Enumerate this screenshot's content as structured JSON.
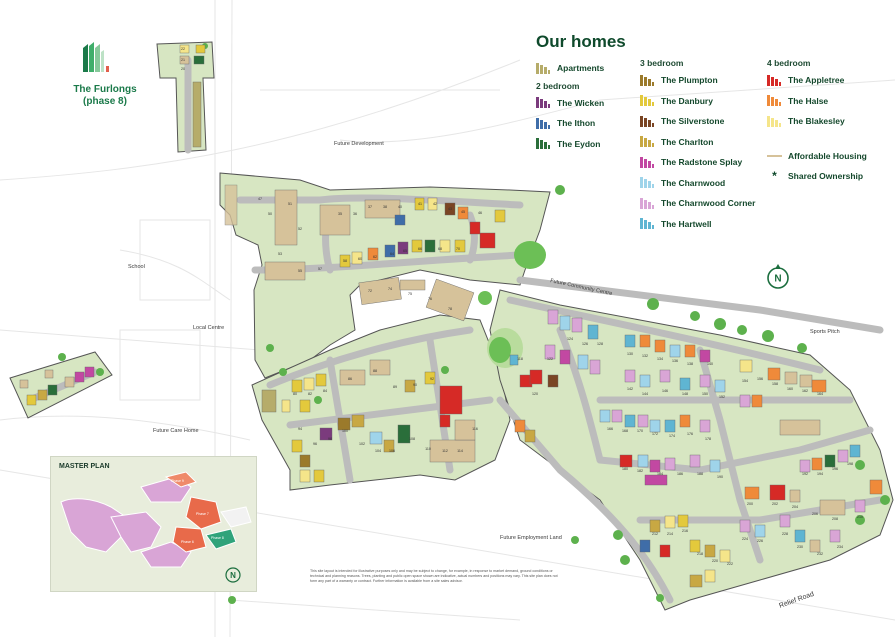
{
  "legend": {
    "title": "Our homes",
    "apartments": {
      "label": "Apartments",
      "color": "#b6ac6a"
    },
    "two_bed": {
      "heading": "2 bedroom",
      "items": [
        {
          "label": "The Wicken",
          "color": "#7b3b7d"
        },
        {
          "label": "The Ithon",
          "color": "#3f6da8"
        },
        {
          "label": "The Eydon",
          "color": "#2a6e3a"
        }
      ]
    },
    "three_bed": {
      "heading": "3 bedroom",
      "items": [
        {
          "label": "The Plumpton",
          "color": "#9b7a2b"
        },
        {
          "label": "The Danbury",
          "color": "#e3c93c"
        },
        {
          "label": "The Silverstone",
          "color": "#7a4524"
        },
        {
          "label": "The Charlton",
          "color": "#c8a843"
        },
        {
          "label": "The Radstone Splay",
          "color": "#c248a2"
        },
        {
          "label": "The Charnwood",
          "color": "#9fd4ea"
        },
        {
          "label": "The Charnwood Corner",
          "color": "#d9a5d6"
        },
        {
          "label": "The Hartwell",
          "color": "#5fb5d2"
        }
      ]
    },
    "four_bed": {
      "heading": "4 bedroom",
      "items": [
        {
          "label": "The Appletree",
          "color": "#d62a26"
        },
        {
          "label": "The Halse",
          "color": "#ef8a3a"
        },
        {
          "label": "The Blakesley",
          "color": "#f5e58a"
        }
      ]
    },
    "affordable": {
      "label": "Affordable Housing",
      "color": "#d6c29a"
    },
    "shared": {
      "label": "Shared Ownership",
      "symbol": "*"
    }
  },
  "title": {
    "line1": "The Furlongs",
    "line2": "(phase 8)"
  },
  "labels": {
    "future_development": "Future Development",
    "school": "School",
    "local_centre": "Local Centre",
    "future_care_home": "Future Care Home",
    "future_community_centre": "Future Community Centre",
    "sports_pitch": "Sports Pitch",
    "future_employment_land": "Future Employment Land",
    "relief_road": "Relief Road"
  },
  "compass": {
    "letter": "N"
  },
  "master_plan": {
    "title": "MASTER PLAN",
    "phase_labels": [
      "Phase 8",
      "Phase 7",
      "Phase 6",
      "Phase 9"
    ]
  },
  "plot_numbers": [
    "22",
    "21",
    "20",
    "35",
    "36",
    "37",
    "38",
    "40",
    "41",
    "42",
    "43",
    "45",
    "46",
    "47",
    "50",
    "51",
    "52",
    "53",
    "55",
    "57",
    "58",
    "60",
    "62",
    "64",
    "65",
    "66",
    "68",
    "70",
    "72",
    "74",
    "75",
    "76",
    "78",
    "80",
    "82",
    "84",
    "86",
    "88",
    "89",
    "90",
    "92",
    "94",
    "96",
    "98",
    "100",
    "102",
    "104",
    "106",
    "108",
    "110",
    "112",
    "114",
    "116",
    "118",
    "120",
    "122",
    "124",
    "126",
    "128",
    "130",
    "132",
    "134",
    "136",
    "138",
    "140",
    "142",
    "144",
    "146",
    "148",
    "150",
    "152",
    "154",
    "156",
    "158",
    "160",
    "162",
    "164",
    "166",
    "168",
    "170",
    "172",
    "174",
    "176",
    "178",
    "180",
    "182",
    "184",
    "186",
    "188",
    "190",
    "192",
    "194",
    "196",
    "198",
    "200",
    "202",
    "204",
    "206",
    "208",
    "210",
    "212",
    "214",
    "216",
    "218",
    "220",
    "222",
    "224",
    "226",
    "228",
    "230",
    "232",
    "234",
    "236",
    "238",
    "240",
    "242",
    "244"
  ],
  "disclaimer": "This site layout is intended for illustrative purposes only and may be subject to change, for example, in response to market demand, ground conditions or technical and planning reasons. Trees, planting and public open space shown are indicative, actual numbers and positions may vary. This site plan does not form any part of a warranty or contract. Further information is available from a site sales advisor."
}
